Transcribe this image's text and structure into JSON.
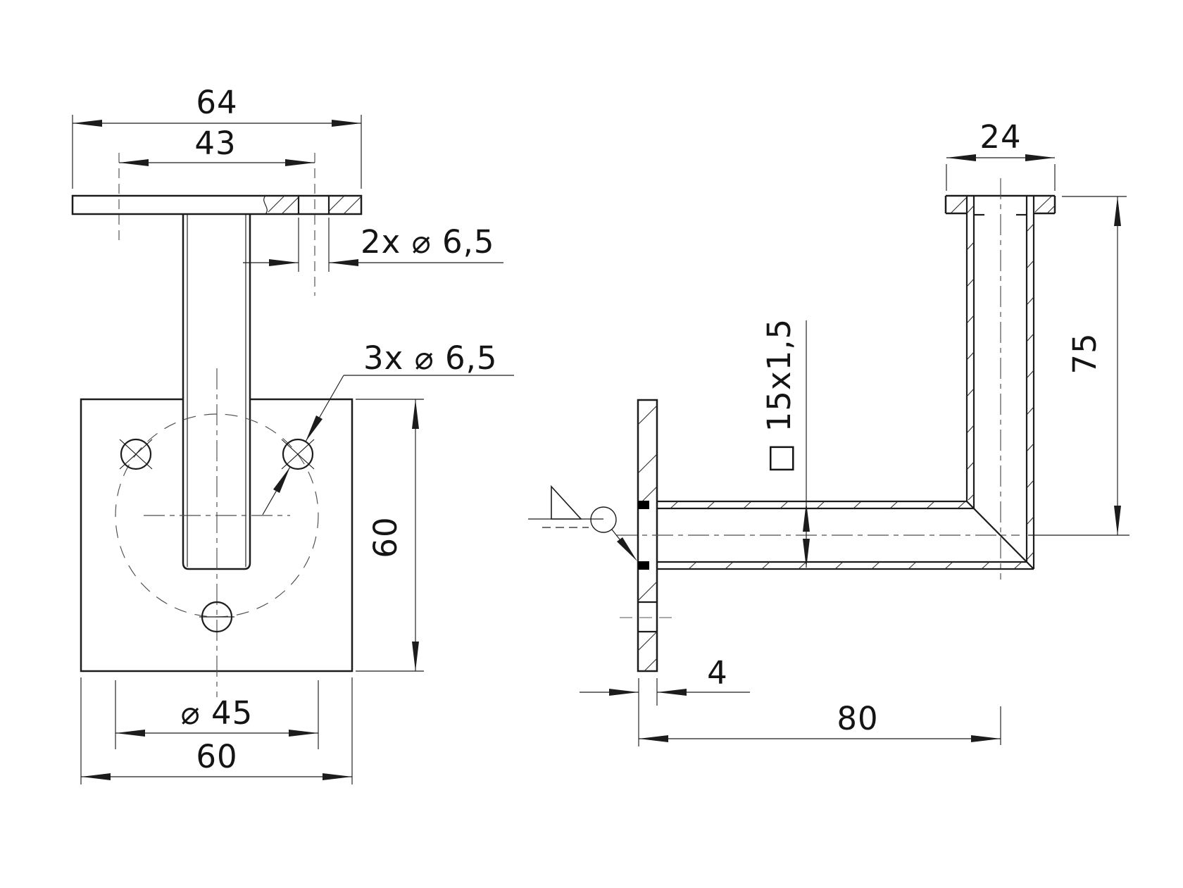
{
  "drawing": {
    "type": "technical-drawing",
    "subject": "handrail-bracket-two-views",
    "background_color": "#ffffff",
    "line_color": "#1c1c1c",
    "centerline_color": "#4d4d4d",
    "views": {
      "front": {
        "dims": {
          "overall_width": "64",
          "hole_spacing": "43",
          "top_holes": "2x ⌀ 6,5",
          "plate_holes": "3x ⌀ 6,5",
          "plate_height": "60",
          "bolt_circle": "⌀ 45",
          "plate_width": "60"
        }
      },
      "side": {
        "dims": {
          "saddle_width": "24",
          "overall_height": "75",
          "tube_profile": "□ 15x1,5",
          "plate_thickness": "4",
          "reach": "80"
        }
      }
    }
  }
}
